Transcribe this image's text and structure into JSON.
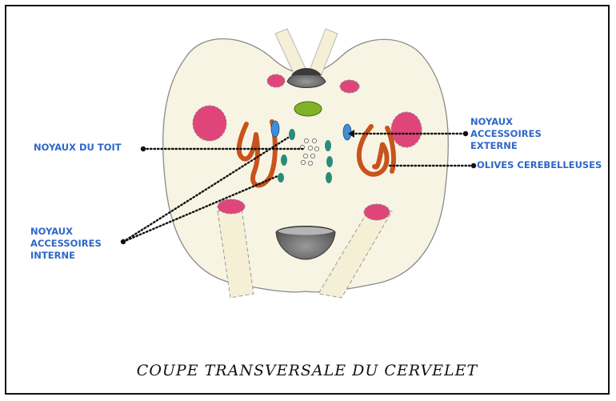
{
  "labels": {
    "noyaux_toit": "NOYAUX DU TOIT",
    "noyaux_acc_interne": [
      "NOYAUX",
      "ACCESSOIRES",
      "INTERNE"
    ],
    "noyaux_acc_externe": [
      "NOYAUX",
      "ACCESSOIRES",
      "EXTERNE"
    ],
    "olives": "OLIVES CEREBELLEUSES"
  },
  "caption": "COUPE TRANSVERSALE DU CERVELET",
  "colors": {
    "label_text": "#2f67c9",
    "tissue": "#f8f4e3",
    "outline": "#8a8a8a",
    "red_nuclei": "#e0457a",
    "olive_nucleus": "#c8531c",
    "dentate_blue": "#3f8fd6",
    "accessory_green": "#2a8c78",
    "vermis_green": "#7fb326",
    "ventricle_gray": "#777777"
  }
}
